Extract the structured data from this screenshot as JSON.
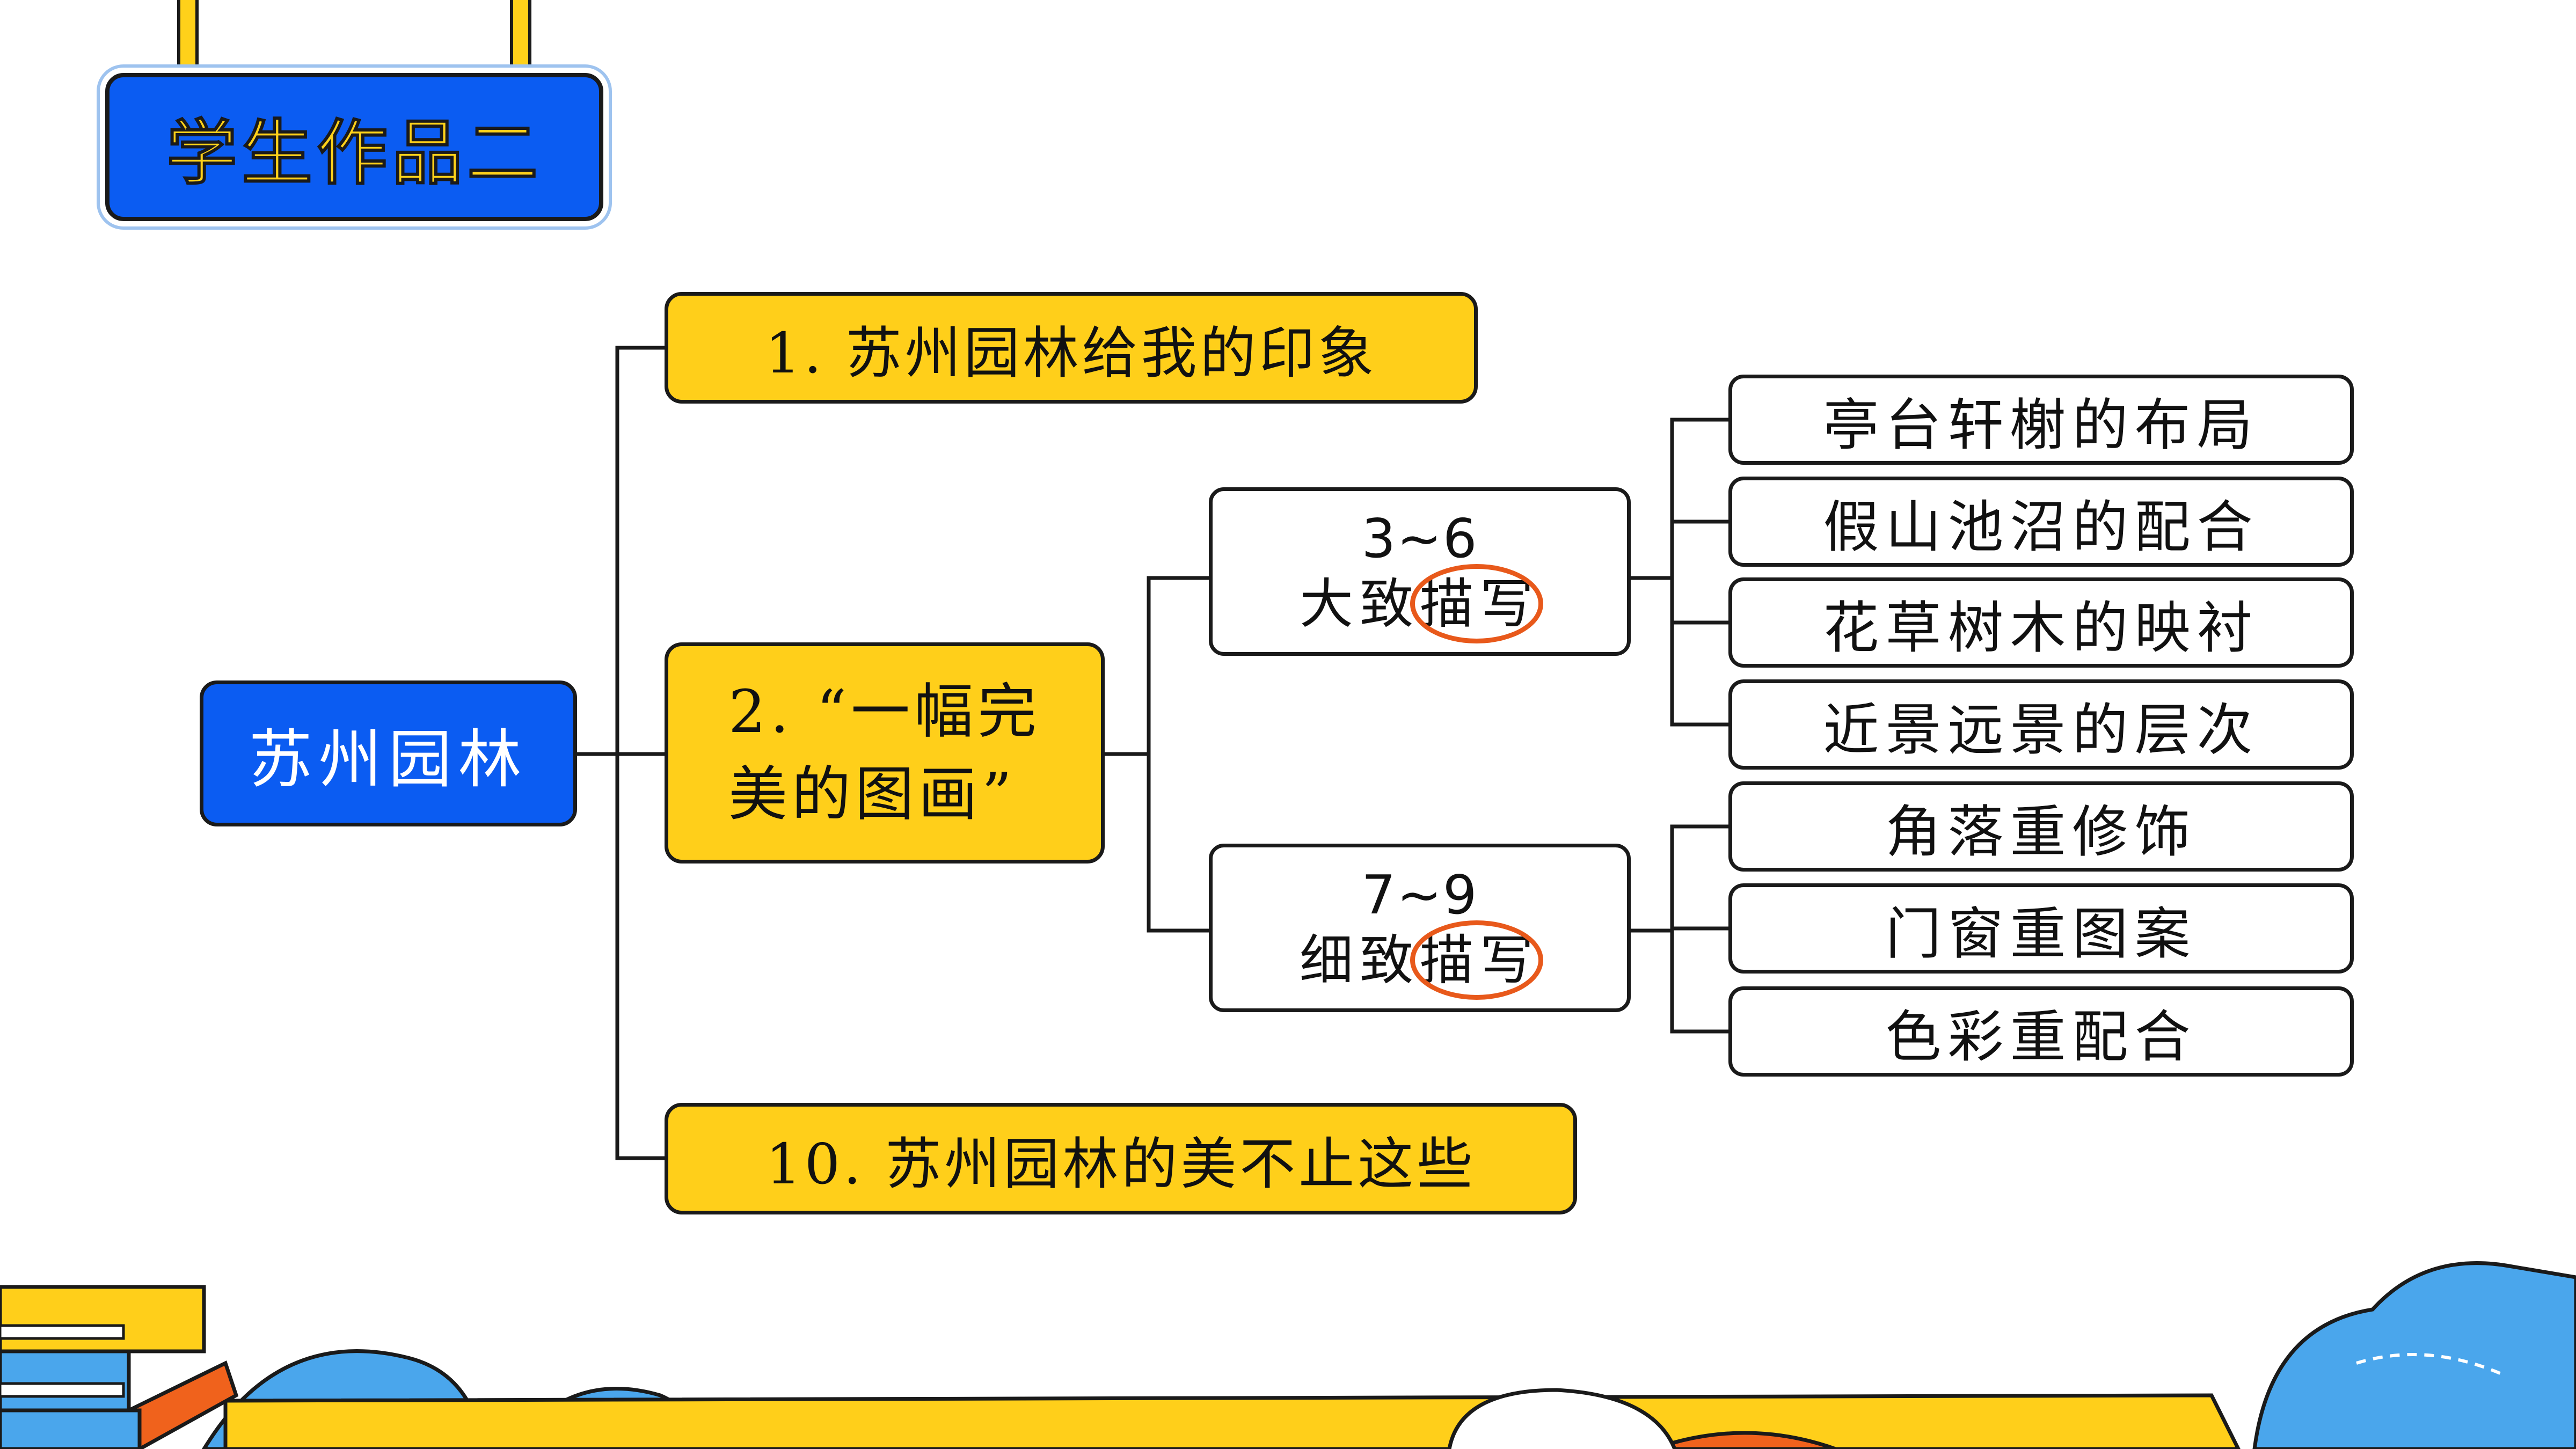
{
  "slide": {
    "title": "学生作品二"
  },
  "mindmap": {
    "root": "苏州园林",
    "branch1": "1. 苏州园林给我的印象",
    "branch2": {
      "line1": "2. “一幅完",
      "line2": "美的图画”"
    },
    "branch3": "10. 苏州园林的美不止这些",
    "group_a": {
      "range": "3~6",
      "prefix": "大致",
      "keyword": "描写",
      "items": [
        "亭台轩榭的布局",
        "假山池沼的配合",
        "花草树木的映衬",
        "近景远景的层次"
      ]
    },
    "group_b": {
      "range": "7~9",
      "prefix": "细致",
      "keyword": "描写",
      "items": [
        "角落重修饰",
        "门窗重图案",
        "色彩重配合"
      ]
    }
  },
  "colors": {
    "blue": "#0b5cf2",
    "yellow": "#ffcf1a",
    "highlight_circle": "#e8591b",
    "light_blue": "#4aa6ec",
    "orange": "#f0621c"
  }
}
